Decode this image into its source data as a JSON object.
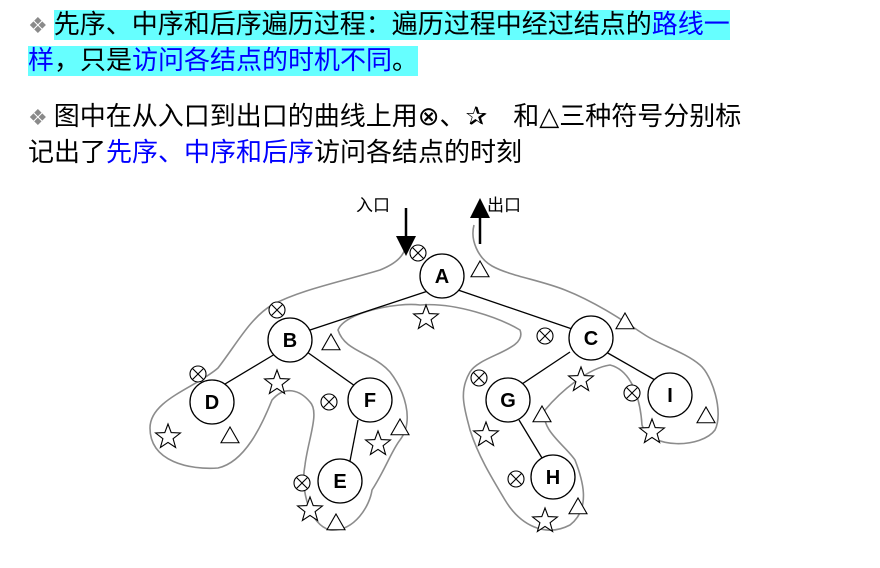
{
  "bullet1": {
    "marker": "❖",
    "part1": "先序、中序和后序遍历过程：遍历过程中经过结点的",
    "part2": "路线一",
    "part3": "样",
    "part4": "，只是",
    "part5": "访问各结点的时机不同",
    "part6": "。"
  },
  "bullet2": {
    "marker": "❖",
    "part1": "图中在从入口到出口的曲线上用⊗、✰　和△三种符号分别标",
    "part2": "记出了",
    "part3": "先序、中序和后序",
    "part4": "访问各结点的时刻"
  },
  "diagram": {
    "entry_label": "入口",
    "exit_label": "出口",
    "nodes": {
      "A": "A",
      "B": "B",
      "C": "C",
      "D": "D",
      "E": "E",
      "F": "F",
      "G": "G",
      "H": "H",
      "I": "I"
    },
    "symbols": {
      "preorder": "⊗",
      "inorder": "☆",
      "postorder": "△"
    }
  }
}
